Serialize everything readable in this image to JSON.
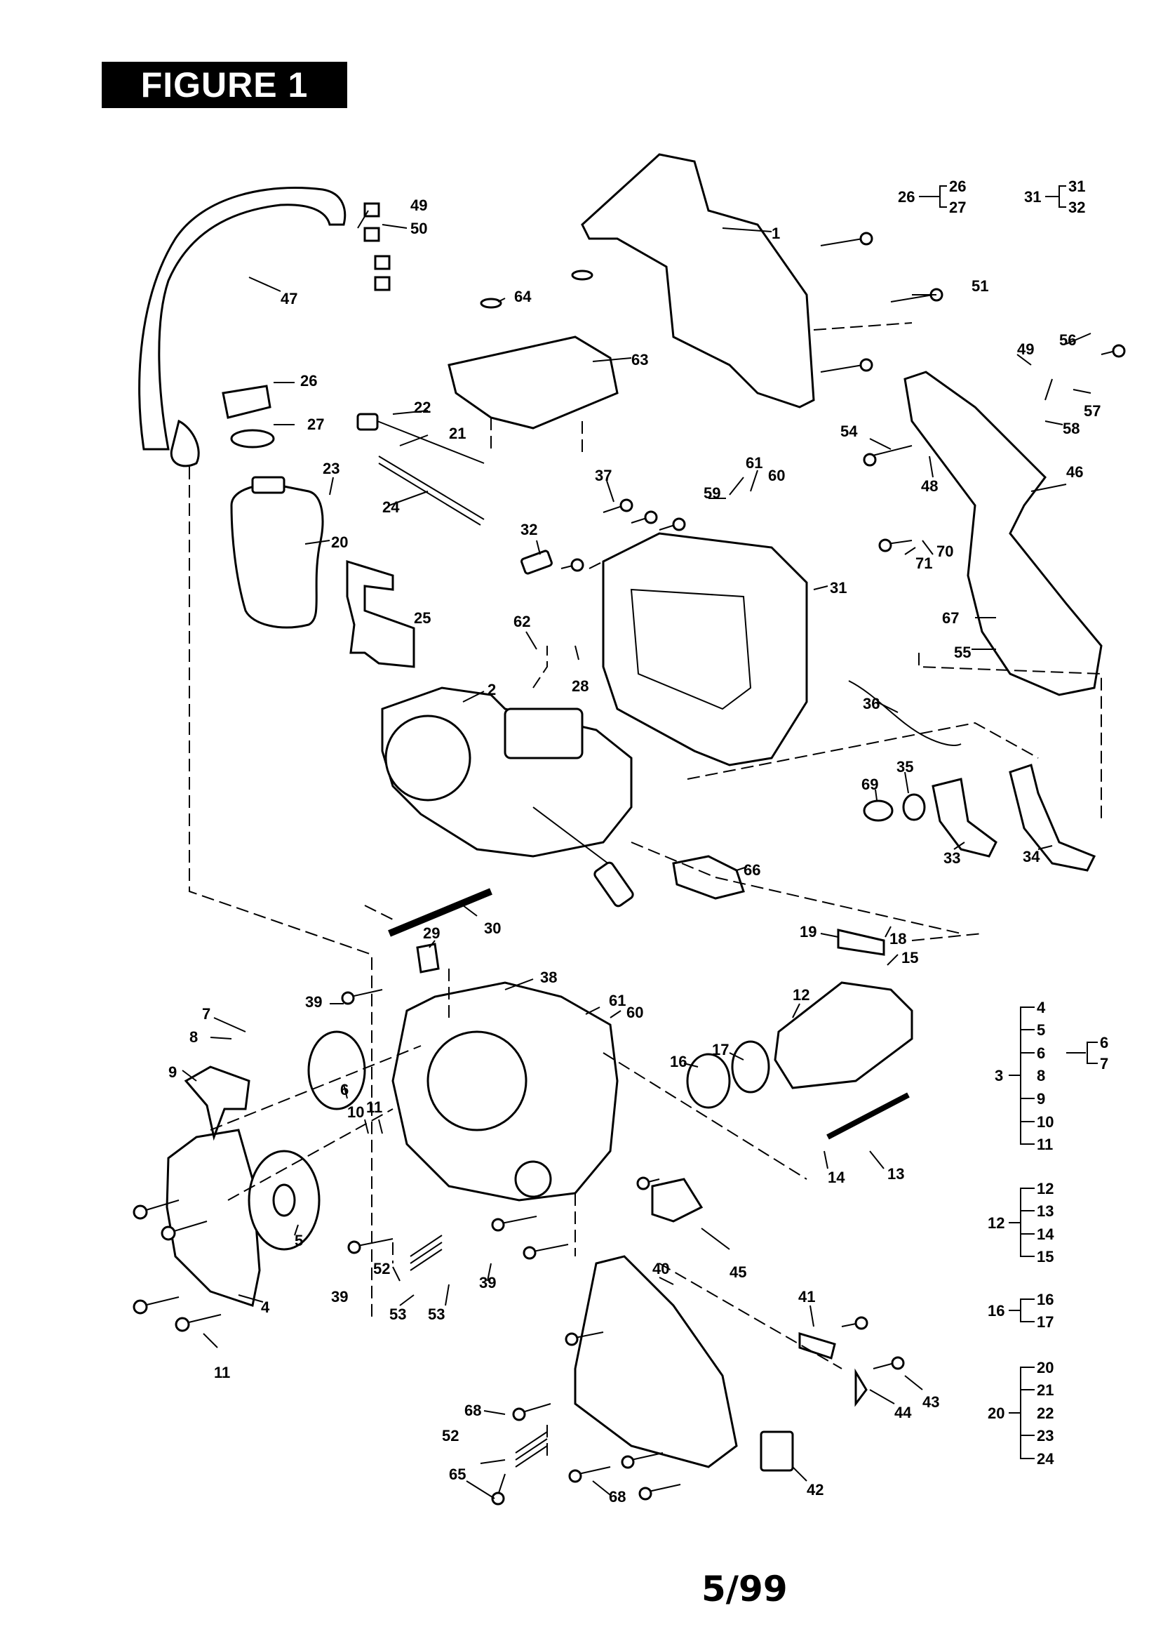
{
  "title": "FIGURE 1",
  "page_number": "5/99",
  "callouts": [
    "1",
    "2",
    "4",
    "5",
    "6",
    "7",
    "8",
    "9",
    "10",
    "11",
    "11",
    "12",
    "13",
    "14",
    "15",
    "16",
    "17",
    "18",
    "19",
    "20",
    "21",
    "22",
    "23",
    "24",
    "25",
    "26",
    "27",
    "28",
    "29",
    "30",
    "31",
    "32",
    "33",
    "34",
    "35",
    "36",
    "37",
    "38",
    "39",
    "39",
    "39",
    "40",
    "41",
    "42",
    "43",
    "44",
    "45",
    "46",
    "47",
    "48",
    "49",
    "49",
    "50",
    "51",
    "52",
    "52",
    "53",
    "53",
    "54",
    "55",
    "56",
    "57",
    "58",
    "59",
    "60",
    "60",
    "61",
    "61",
    "62",
    "63",
    "64",
    "65",
    "66",
    "67",
    "68",
    "68",
    "69",
    "70",
    "71"
  ],
  "assemblies": [
    {
      "parent": "26",
      "children": [
        "26",
        "27"
      ]
    },
    {
      "parent": "31",
      "children": [
        "31",
        "32"
      ]
    },
    {
      "parent": "3",
      "children": [
        "4",
        "5",
        "6",
        "8",
        "9",
        "10",
        "11"
      ],
      "sub": {
        "parent": "6",
        "children": [
          "6",
          "7"
        ]
      }
    },
    {
      "parent": "12",
      "children": [
        "12",
        "13",
        "14",
        "15"
      ]
    },
    {
      "parent": "16",
      "children": [
        "16",
        "17"
      ]
    },
    {
      "parent": "20",
      "children": [
        "20",
        "21",
        "22",
        "23",
        "24"
      ]
    }
  ]
}
